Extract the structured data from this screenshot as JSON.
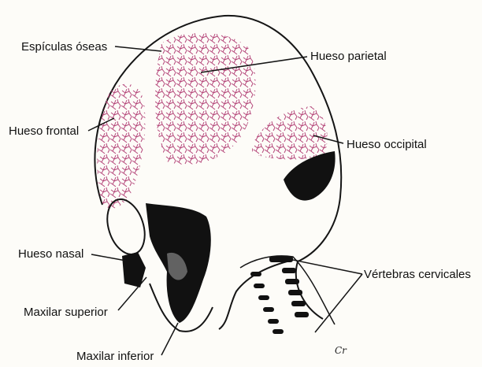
{
  "labels": {
    "espiculas": "Espículas óseas",
    "parietal": "Hueso parietal",
    "frontal": "Hueso frontal",
    "occipital": "Hueso occipital",
    "nasal": "Hueso nasal",
    "vertebras": "Vértebras cervicales",
    "maxilar_superior": "Maxilar superior",
    "maxilar_inferior": "Maxilar inferior"
  },
  "signature": "Cr",
  "colors": {
    "ossification": "#b5477a",
    "outline": "#151515",
    "background": "#fdfcf8"
  }
}
